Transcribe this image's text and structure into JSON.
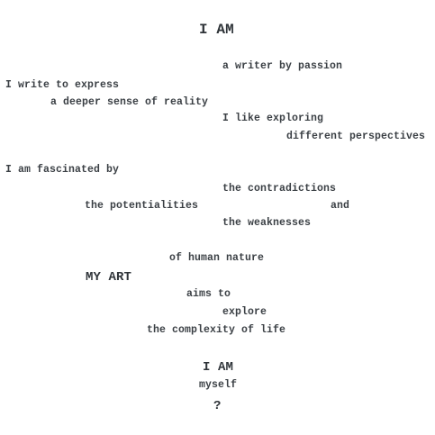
{
  "poem": {
    "title": "I AM",
    "l1": "a writer by passion",
    "l2": "I write to express",
    "l3": "a deeper sense of reality",
    "l4": "I like exploring",
    "l5": "different perspectives",
    "l6": "I am fascinated by",
    "l7": "the contradictions",
    "l8": "the potentialities",
    "l8b": "and",
    "l9": "the weaknesses",
    "l10": "of human nature",
    "l11": "MY ART",
    "l12": "aims to",
    "l13": "explore",
    "l14": "the complexity of life",
    "l15": "I AM",
    "l16": "myself",
    "l17": "?"
  }
}
